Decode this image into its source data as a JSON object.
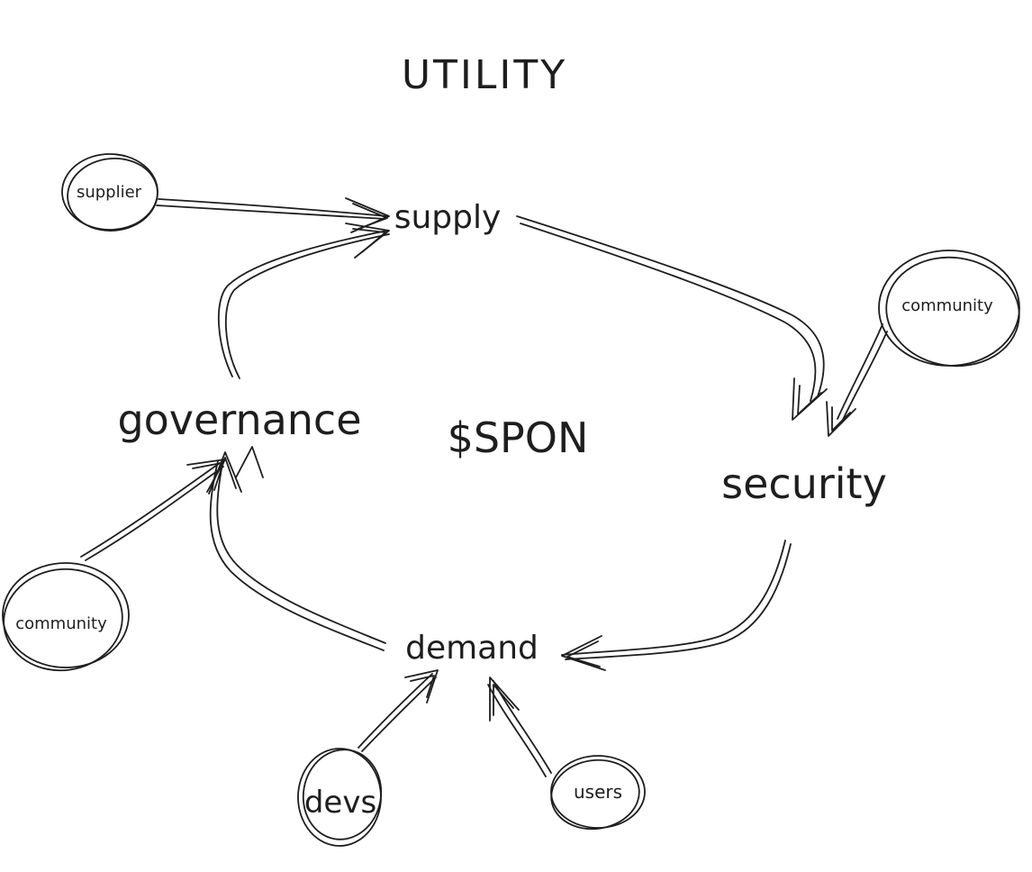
{
  "diagram": {
    "title": "UTILITY",
    "center_label": "$SPON",
    "nodes": {
      "supply": "supply",
      "security": "security",
      "demand": "demand",
      "governance": "governance"
    },
    "actors": {
      "supplier": "supplier",
      "community_right": "community",
      "community_left": "community",
      "devs": "devs",
      "users": "users"
    },
    "stroke_color": "#1e1e1e",
    "background_color": "#ffffff"
  }
}
